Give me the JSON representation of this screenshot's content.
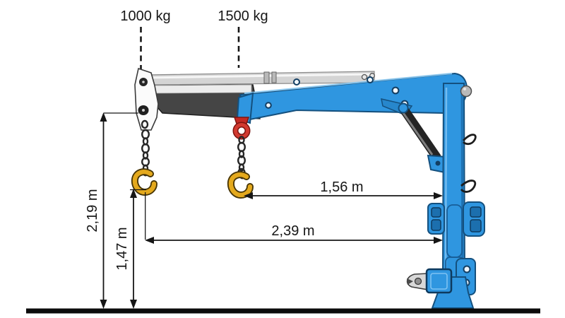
{
  "diagram": {
    "type": "crane-dimension-drawing",
    "loads": {
      "outer_hook": "1000 kg",
      "inner_hook": "1500 kg"
    },
    "dimensions": {
      "boom_tip_height": "2,19 m",
      "hook_height": "1,47 m",
      "reach_to_inner_hook": "1,56 m",
      "reach_to_outer_hook": "2,39 m"
    },
    "colors": {
      "crane_blue": "#2F96E0",
      "crane_blue_outline": "#14507E",
      "inner_boom_gray": "#454545",
      "rail_silver": "#D4D4D4",
      "hook_yellow": "#E4A91D",
      "shackle_red": "#C42A24",
      "annotation_black": "#161616",
      "ground_black": "#0B0B0B",
      "background": "#FFFFFF"
    }
  }
}
